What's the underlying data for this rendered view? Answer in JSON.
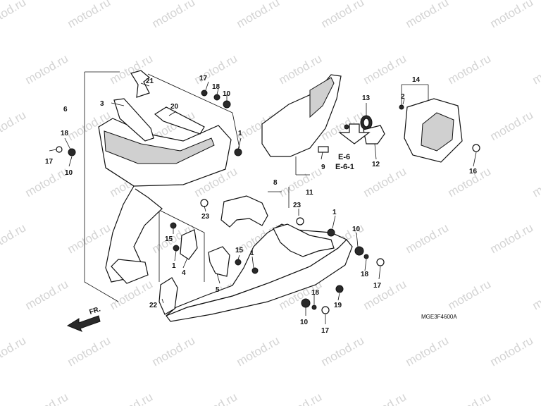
{
  "watermark": "motod.ru",
  "diagram_code": "MGE3F4600A",
  "front_label": "FR.",
  "refs": [
    "E-6",
    "E-6-1"
  ],
  "labels": {
    "p1a": "1",
    "p1b": "1",
    "p1c": "1",
    "p1d": "1",
    "p2": "2",
    "p3": "3",
    "p4": "4",
    "p5": "5",
    "p6": "6",
    "p8": "8",
    "p9": "9",
    "p10a": "10",
    "p10b": "10",
    "p10c": "10",
    "p10d": "10",
    "p11": "11",
    "p12": "12",
    "p13": "13",
    "p14": "14",
    "p15a": "15",
    "p15b": "15",
    "p16": "16",
    "p17a": "17",
    "p17b": "17",
    "p17c": "17",
    "p17d": "17",
    "p18a": "18",
    "p18b": "18",
    "p18c": "18",
    "p18d": "18",
    "p19": "19",
    "p20": "20",
    "p21": "21",
    "p22": "22",
    "p23a": "23",
    "p23b": "23"
  }
}
